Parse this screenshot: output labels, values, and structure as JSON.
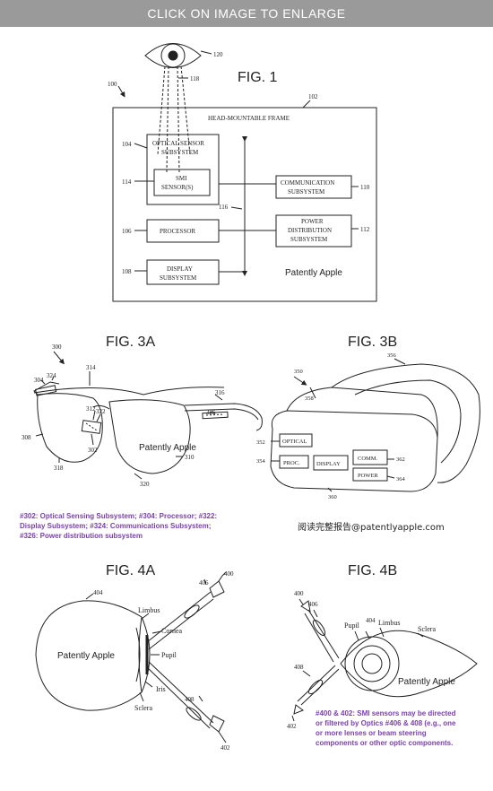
{
  "banner": "CLICK ON IMAGE TO ENLARGE",
  "fig1": {
    "title": "FIG. 1",
    "frame_label": "HEAD-MOUNTABLE FRAME",
    "optical_line1": "OPTICAL SENSOR",
    "optical_line2": "SUBSYSTEM",
    "smi_line1": "SMI",
    "smi_line2": "SENSOR(S)",
    "processor": "PROCESSOR",
    "display_line1": "DISPLAY",
    "display_line2": "SUBSYSTEM",
    "comm_line1": "COMMUNICATION",
    "comm_line2": "SUBSYSTEM",
    "power_line1": "POWER",
    "power_line2": "DISTRIBUTION",
    "power_line3": "SUBSYSTEM",
    "watermark": "Patently Apple",
    "refs": {
      "r100": "100",
      "r102": "102",
      "r104": "104",
      "r106": "106",
      "r108": "108",
      "r110": "110",
      "r112": "112",
      "r114": "114",
      "r116": "116",
      "r118": "118",
      "r120": "120"
    }
  },
  "fig3a": {
    "title": "FIG. 3A",
    "watermark": "Patently Apple",
    "refs": {
      "r300": "300",
      "r302": "302",
      "r304": "304",
      "r308": "308",
      "r310": "310",
      "r312": "312",
      "r314": "314",
      "r316": "316",
      "r318": "318",
      "r320": "320",
      "r322": "322",
      "r324": "324",
      "r326": "326"
    }
  },
  "fig3b": {
    "title": "FIG. 3B",
    "optical": "OPTICAL",
    "proc": "PROC.",
    "display": "DISPLAY",
    "comm": "COMM.",
    "power": "POWER",
    "refs": {
      "r350": "350",
      "r352": "352",
      "r354": "354",
      "r356": "356",
      "r358": "358",
      "r360": "360",
      "r362": "362",
      "r364": "364"
    }
  },
  "caption1": {
    "line1": "#302: Optical Sensing Subsystem; #304: Processor; #322:",
    "line2": "Display Subsystem; #324: Communications Subsystem;",
    "line3": "#326: Power distribution subsystem"
  },
  "report_link": "阅读完整报告@patentlyapple.com",
  "fig4a": {
    "title": "FIG. 4A",
    "limbus": "Limbus",
    "cornea": "Cornea",
    "pupil": "Pupil",
    "iris": "Iris",
    "sclera": "Sclera",
    "watermark": "Patently Apple",
    "refs": {
      "r400": "400",
      "r402": "402",
      "r404": "404",
      "r406": "406",
      "r408": "408"
    }
  },
  "fig4b": {
    "title": "FIG. 4B",
    "pupil": "Pupil",
    "limbus": "Limbus",
    "sclera": "Sclera",
    "watermark": "Patently Apple",
    "refs": {
      "r400": "400",
      "r402": "402",
      "r404": "404",
      "r406": "406",
      "r408": "408"
    }
  },
  "caption2": {
    "line1": "#400 & 402: SMI sensors may be directed",
    "line2": "or filtered by Optics #406 & 408 (e.g., one",
    "line3": "or more lenses or beam steering",
    "line4": "components or other optic components."
  }
}
